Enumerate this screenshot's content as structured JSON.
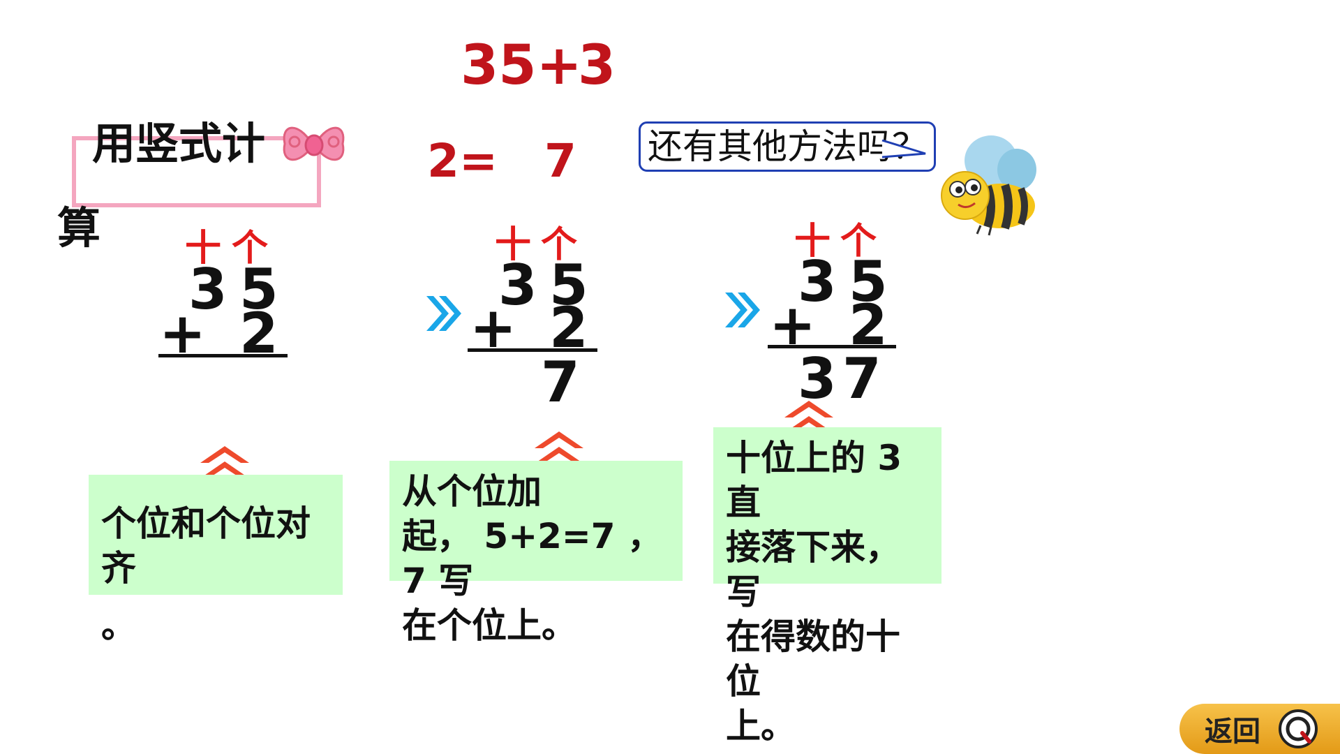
{
  "title": {
    "left": "35+",
    "right": "3",
    "second_left": "2=",
    "second_right": "7"
  },
  "heading": {
    "line1": "用竖式计",
    "line2": "算"
  },
  "callout": {
    "text": "还有其他方法吗？"
  },
  "colors": {
    "accent_red": "#c0141b",
    "place_red": "#e31b1b",
    "note_green": "#ccffcc",
    "frame_pink": "#f4a6bf",
    "chevron_blue": "#1aa6e8",
    "chevron_red": "#ee4a2c"
  },
  "step1": {
    "tens": "十",
    "ones": "个",
    "top_tens": "3",
    "top_ones": "5",
    "plus": "+",
    "addend": "2",
    "note": "个位和个位对齐",
    "note_tail": "。"
  },
  "step2": {
    "tens": "十",
    "ones": "个",
    "top_tens": "3",
    "top_ones": "5",
    "plus": "+",
    "addend": "2",
    "result_ones": "7",
    "note_l1": "从个位加",
    "note_l2": "起， 5+2=7 ， 7 写",
    "note_l3": "在个位上。"
  },
  "step3": {
    "tens": "十",
    "ones": "个",
    "top_tens": "3",
    "top_ones": "5",
    "plus": "+",
    "addend": "2",
    "result_tens": "3",
    "result_ones": "7",
    "note_l1": "十位上的 3 直",
    "note_l2": "接落下来，写",
    "note_l3": "在得数的十位",
    "note_l4": "上。"
  },
  "return_button": {
    "label": "返回",
    "icon": "back-icon"
  }
}
